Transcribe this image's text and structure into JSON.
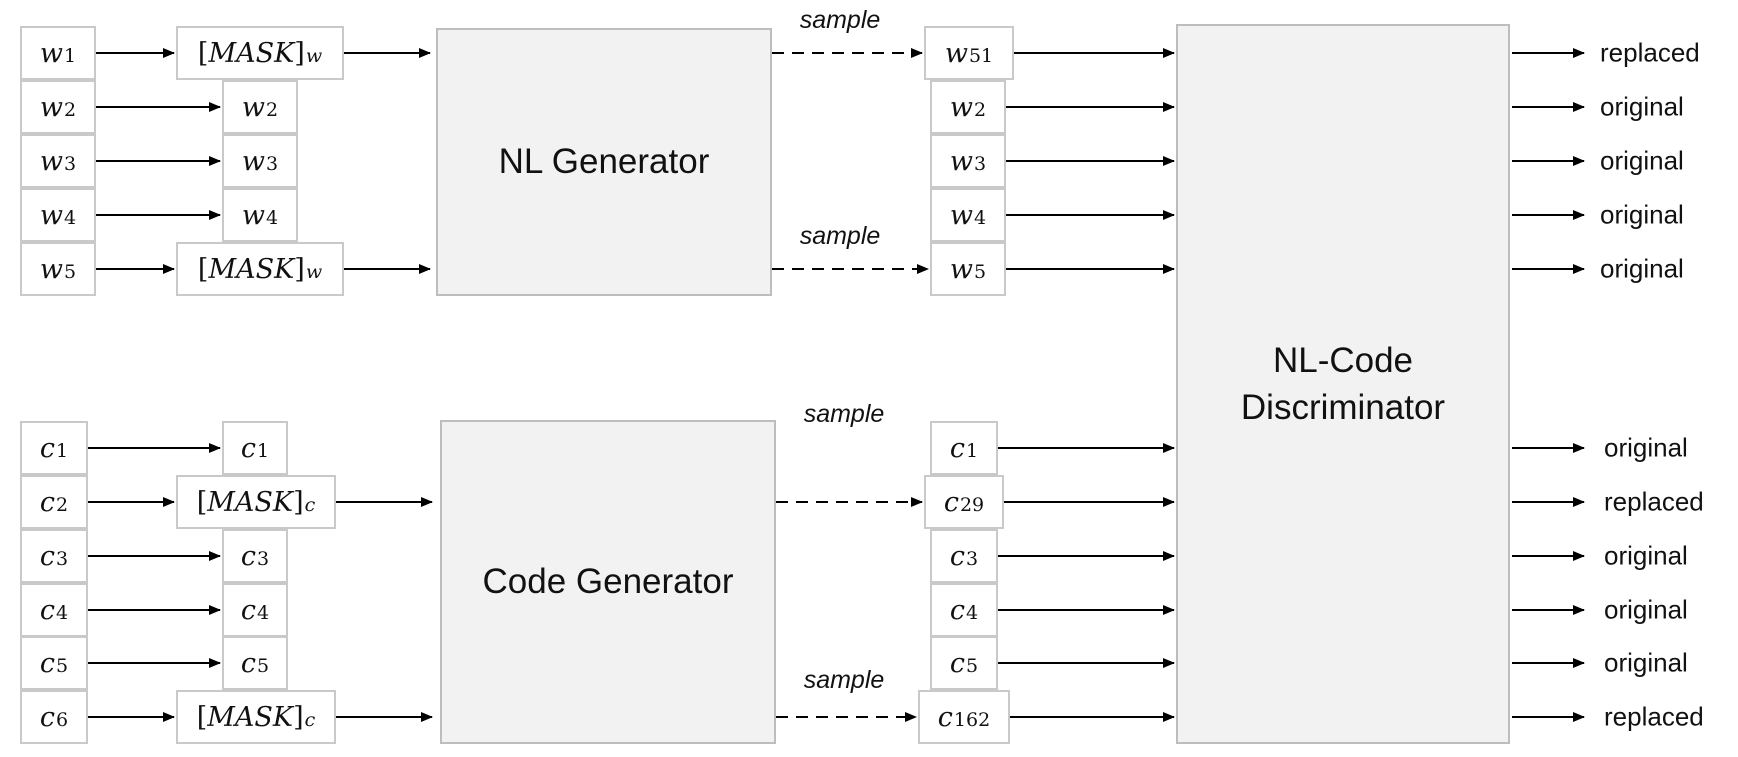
{
  "nl": {
    "inputs": [
      "w",
      "w",
      "w",
      "w",
      "w"
    ],
    "input_subs": [
      "1",
      "2",
      "3",
      "4",
      "5"
    ],
    "masked": [
      {
        "kind": "mask",
        "text": "MASK",
        "sub": "w"
      },
      {
        "kind": "token",
        "text": "w",
        "sub": "2"
      },
      {
        "kind": "token",
        "text": "w",
        "sub": "3"
      },
      {
        "kind": "token",
        "text": "w",
        "sub": "4"
      },
      {
        "kind": "mask",
        "text": "MASK",
        "sub": "w"
      }
    ],
    "generator_label": "NL Generator",
    "sampled": [
      {
        "text": "w",
        "sub": "51"
      },
      {
        "text": "w",
        "sub": "2"
      },
      {
        "text": "w",
        "sub": "3"
      },
      {
        "text": "w",
        "sub": "4"
      },
      {
        "text": "w",
        "sub": "5"
      }
    ],
    "sample_labels": [
      "sample",
      "sample"
    ],
    "outputs": [
      "replaced",
      "original",
      "original",
      "original",
      "original"
    ]
  },
  "code": {
    "inputs": [
      "c",
      "c",
      "c",
      "c",
      "c",
      "c"
    ],
    "input_subs": [
      "1",
      "2",
      "3",
      "4",
      "5",
      "6"
    ],
    "masked": [
      {
        "kind": "token",
        "text": "c",
        "sub": "1"
      },
      {
        "kind": "mask",
        "text": "MASK",
        "sub": "c"
      },
      {
        "kind": "token",
        "text": "c",
        "sub": "3"
      },
      {
        "kind": "token",
        "text": "c",
        "sub": "4"
      },
      {
        "kind": "token",
        "text": "c",
        "sub": "5"
      },
      {
        "kind": "mask",
        "text": "MASK",
        "sub": "c"
      }
    ],
    "generator_label": "Code Generator",
    "sampled": [
      {
        "text": "c",
        "sub": "1"
      },
      {
        "text": "c",
        "sub": "29"
      },
      {
        "text": "c",
        "sub": "3"
      },
      {
        "text": "c",
        "sub": "4"
      },
      {
        "text": "c",
        "sub": "5"
      },
      {
        "text": "c",
        "sub": "162"
      }
    ],
    "sample_labels": [
      "sample",
      "sample"
    ],
    "outputs": [
      "original",
      "replaced",
      "original",
      "original",
      "original",
      "replaced"
    ]
  },
  "discriminator_label_line1": "NL-Code",
  "discriminator_label_line2": "Discriminator",
  "colors": {
    "box_border": "#c9c9c9",
    "block_fill": "#f2f2f2",
    "arrow": "#000000"
  }
}
